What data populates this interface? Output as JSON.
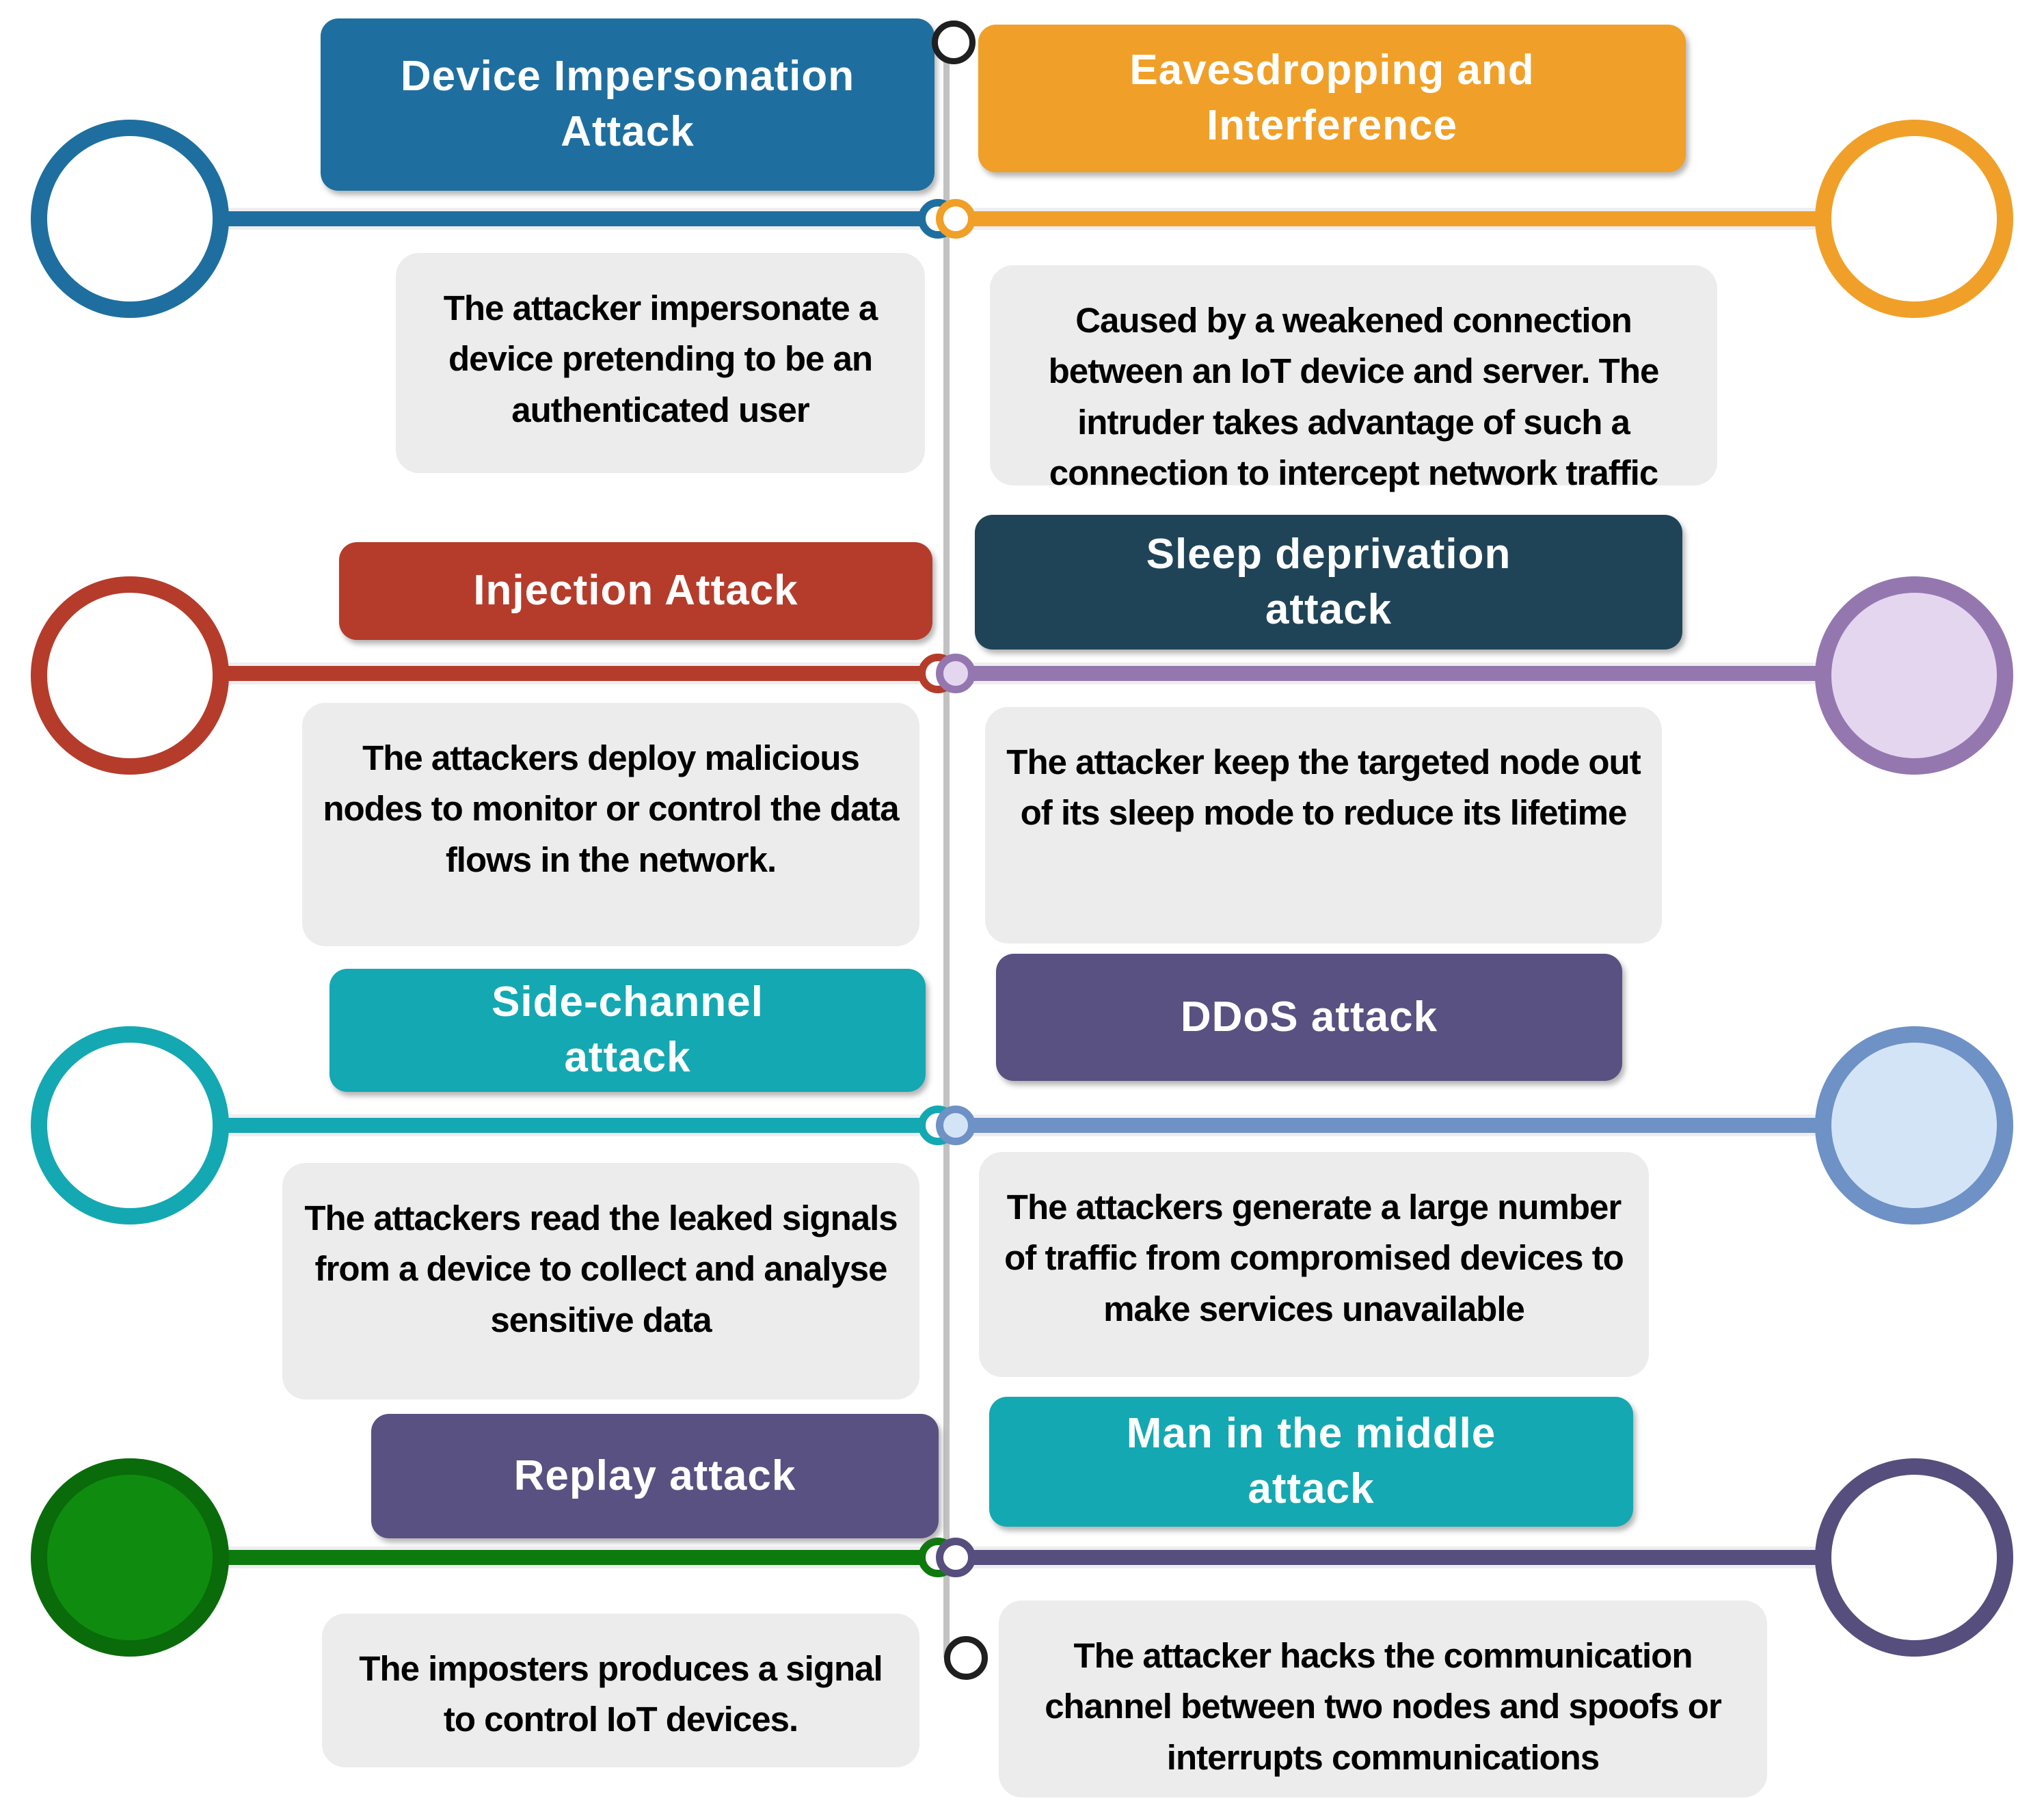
{
  "figure": {
    "center_line_color": "#C2C2C2",
    "terminal_ring_color": "#1F1F1F",
    "description_bg": "#ECECEC",
    "rows": [
      {
        "left": {
          "title": "Device Impersonation\nAttack",
          "description": "The attacker impersonate a device pretending to be an authenticated user",
          "box_color": "#1E6F9F",
          "line_color": "#1E6F9F",
          "node_ring": "#1E6F9F",
          "node_fill": "#FFFFFF",
          "junction_fill": "#FFFFFF"
        },
        "right": {
          "title": "Eavesdropping and\nInterference",
          "description": "Caused by a weakened connection between an IoT device and server. The intruder takes advantage of such a connection to intercept network traffic",
          "box_color": "#F0A028",
          "line_color": "#F0A028",
          "node_ring": "#F0A028",
          "node_fill": "#FFFFFF",
          "junction_fill": "#FFFFFF"
        }
      },
      {
        "left": {
          "title": "Injection Attack",
          "description": "The attackers deploy malicious nodes to monitor or control the data flows in the network.",
          "box_color": "#B53C2B",
          "line_color": "#B53C2B",
          "node_ring": "#B53C2B",
          "node_fill": "#FFFFFF",
          "junction_fill": "#FFFFFF"
        },
        "right": {
          "title": "Sleep deprivation\nattack",
          "description": "The attacker keep the targeted node out of its sleep mode to reduce its lifetime",
          "box_color": "#1F4458",
          "line_color": "#9577B0",
          "node_ring": "#9577B0",
          "node_fill": "#E4D6EF",
          "junction_fill": "#E4D6EF"
        }
      },
      {
        "left": {
          "title": "Side-channel\nattack",
          "description": "The attackers read the leaked signals from a device to collect and analyse sensitive data",
          "box_color": "#14A8B2",
          "line_color": "#14A8B2",
          "node_ring": "#14A8B2",
          "node_fill": "#FFFFFF",
          "junction_fill": "#FFFFFF"
        },
        "right": {
          "title": "DDoS attack",
          "description": "The attackers generate a large number of traffic from compromised devices to make services unavailable",
          "box_color": "#585181",
          "line_color": "#6E91C6",
          "node_ring": "#6E91C6",
          "node_fill": "#D4E4F7",
          "junction_fill": "#D4E4F7"
        }
      },
      {
        "left": {
          "title": "Replay attack",
          "description": "The imposters produces a signal to control IoT devices.",
          "box_color": "#585181",
          "line_color": "#0D7A0D",
          "node_ring": "#0A6B0A",
          "node_fill": "#0F8C0F",
          "junction_fill": "#FFFFFF"
        },
        "right": {
          "title": "Man in the middle\nattack",
          "description": "The attacker hacks the communication channel between two nodes and spoofs or interrupts communications",
          "box_color": "#14A8B2",
          "line_color": "#564E7D",
          "node_ring": "#564E7D",
          "node_fill": "#FFFFFF",
          "junction_fill": "#FFFFFF"
        }
      }
    ]
  }
}
